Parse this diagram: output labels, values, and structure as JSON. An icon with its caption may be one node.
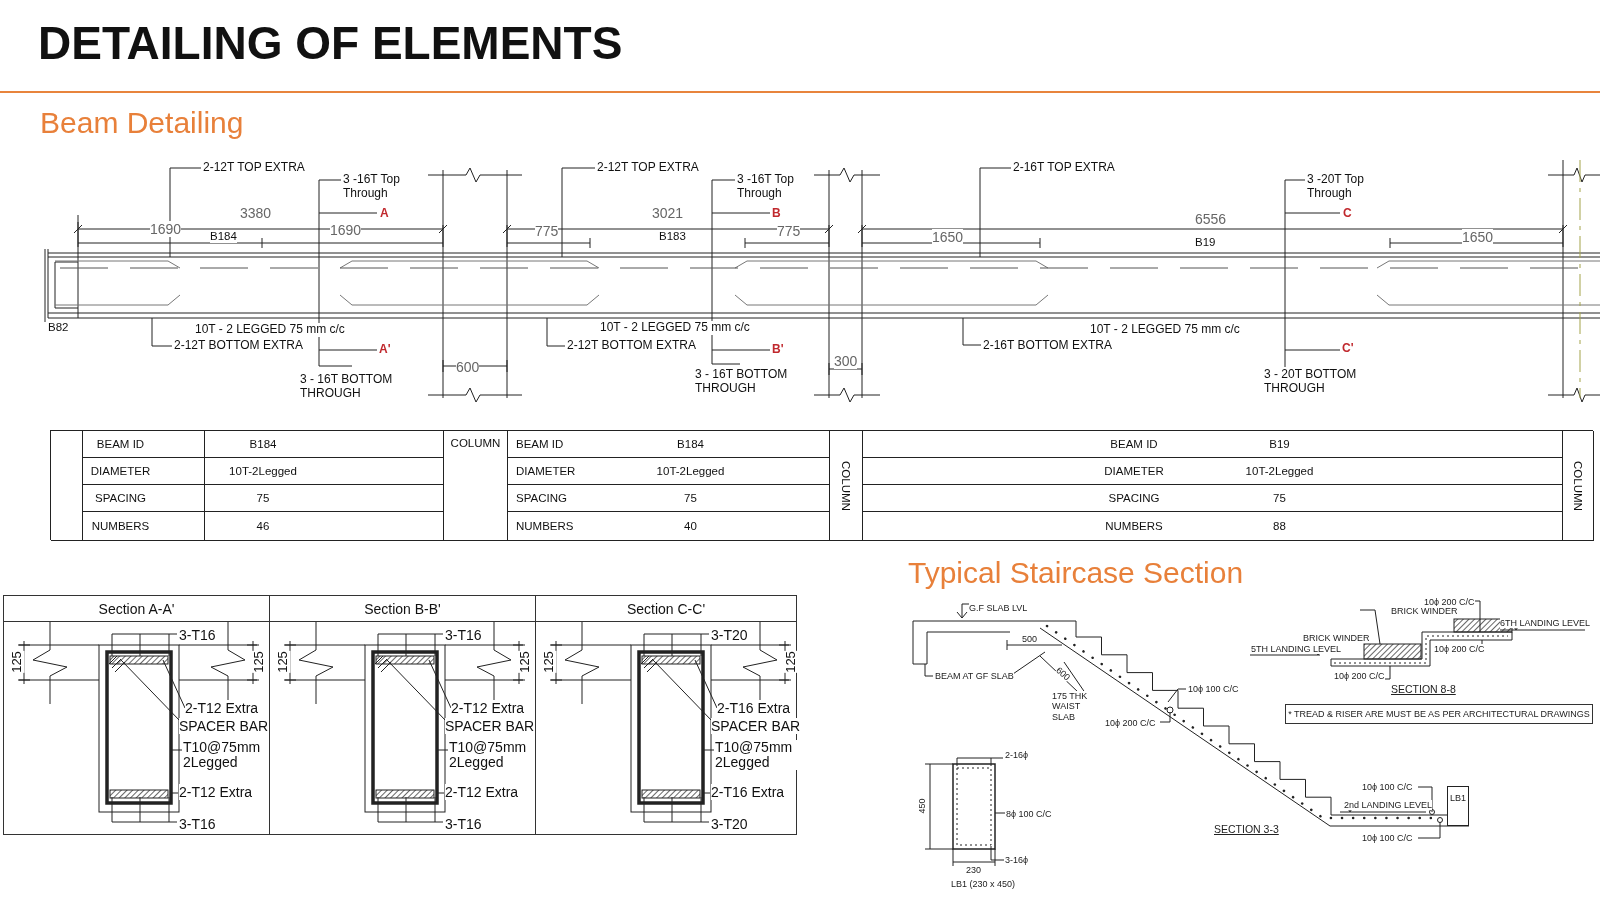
{
  "diagram": {
    "title": "DETAILING OF ELEMENTS",
    "nodes": [
      {
        "text": [
          "Section A-A'"
        ]
      },
      {
        "text": [
          "Section B-B'"
        ]
      },
      {
        "text": [
          "Section C-C'"
        ]
      },
      {
        "text": [
          "* TREAD & RISER ARE MUST BE AS PER ARCHITECTURAL DRAWINGS"
        ]
      },
      {
        "text": [
          "LB1"
        ]
      }
    ],
    "labels": [
      "Beam Detailing",
      "2-12T TOP EXTRA",
      "3 -16T Top Through",
      "3380",
      "A",
      "1690",
      "B184",
      "1690",
      "B82",
      "10T - 2 LEGGED 75 mm c/c",
      "2-12T BOTTOM EXTRA",
      "A'",
      "600",
      "3 - 16T BOTTOM THROUGH",
      "2-12T TOP EXTRA",
      "3 -16T Top Through",
      "3021",
      "B",
      "775",
      "B183",
      "775",
      "10T - 2 LEGGED 75 mm c/c",
      "2-12T BOTTOM EXTRA",
      "B'",
      "3 - 16T BOTTOM THROUGH",
      "300",
      "2-16T TOP EXTRA",
      "3 -20T Top Through",
      "6556",
      "C",
      "1650",
      "B19",
      "1650",
      "10T - 2 LEGGED 75 mm c/c",
      "2-16T BOTTOM EXTRA",
      "C'",
      "3 - 20T BOTTOM THROUGH",
      "BEAM ID",
      "B184",
      "COLUMN",
      "BEAM ID",
      "B184",
      "COLUMN",
      "BEAM ID",
      "B19",
      "COLUMN",
      "DIAMETER",
      "10T-2Legged",
      "DIAMETER",
      "10T-2Legged",
      "DIAMETER",
      "10T-2Legged",
      "SPACING",
      "75",
      "SPACING",
      "75",
      "SPACING",
      "75",
      "NUMBERS",
      "46",
      "NUMBERS",
      "40",
      "NUMBERS",
      "88",
      "3-T16",
      "125",
      "125",
      "2-T12 Extra",
      "SPACER BAR",
      "T10@75mm 2Legged",
      "2-T12 Extra",
      "3-T16",
      "3-T16",
      "125",
      "125",
      "2-T12 Extra",
      "SPACER BAR",
      "T10@75mm 2Legged",
      "2-T12 Extra",
      "3-T16",
      "3-T20",
      "125",
      "125",
      "2-T16 Extra",
      "SPACER BAR",
      "T10@75mm 2Legged",
      "2-T16 Extra",
      "3-T20",
      "Typical Staircase Section",
      "G.F SLAB LVL",
      "500",
      "BEAM AT GF SLAB",
      "600",
      "175 THK WAIST SLAB",
      "10ϕ 100 C/C",
      "10ϕ 200 C/C",
      "10ϕ 200 C/C",
      "BRICK WINDER",
      "6TH LANDING LEVEL",
      "BRICK WINDER",
      "5TH LANDING LEVEL",
      "10ϕ 200 C/C",
      "10ϕ 200 C/C",
      "SECTION 8-8",
      "2-16ϕ",
      "450",
      "8ϕ 100 C/C",
      "3-16ϕ",
      "230",
      "LB1 (230 x 450)",
      "SECTION 3-3",
      "10ϕ 100 C/C",
      "2nd LANDING LEVEL",
      "10ϕ 100 C/C"
    ]
  }
}
